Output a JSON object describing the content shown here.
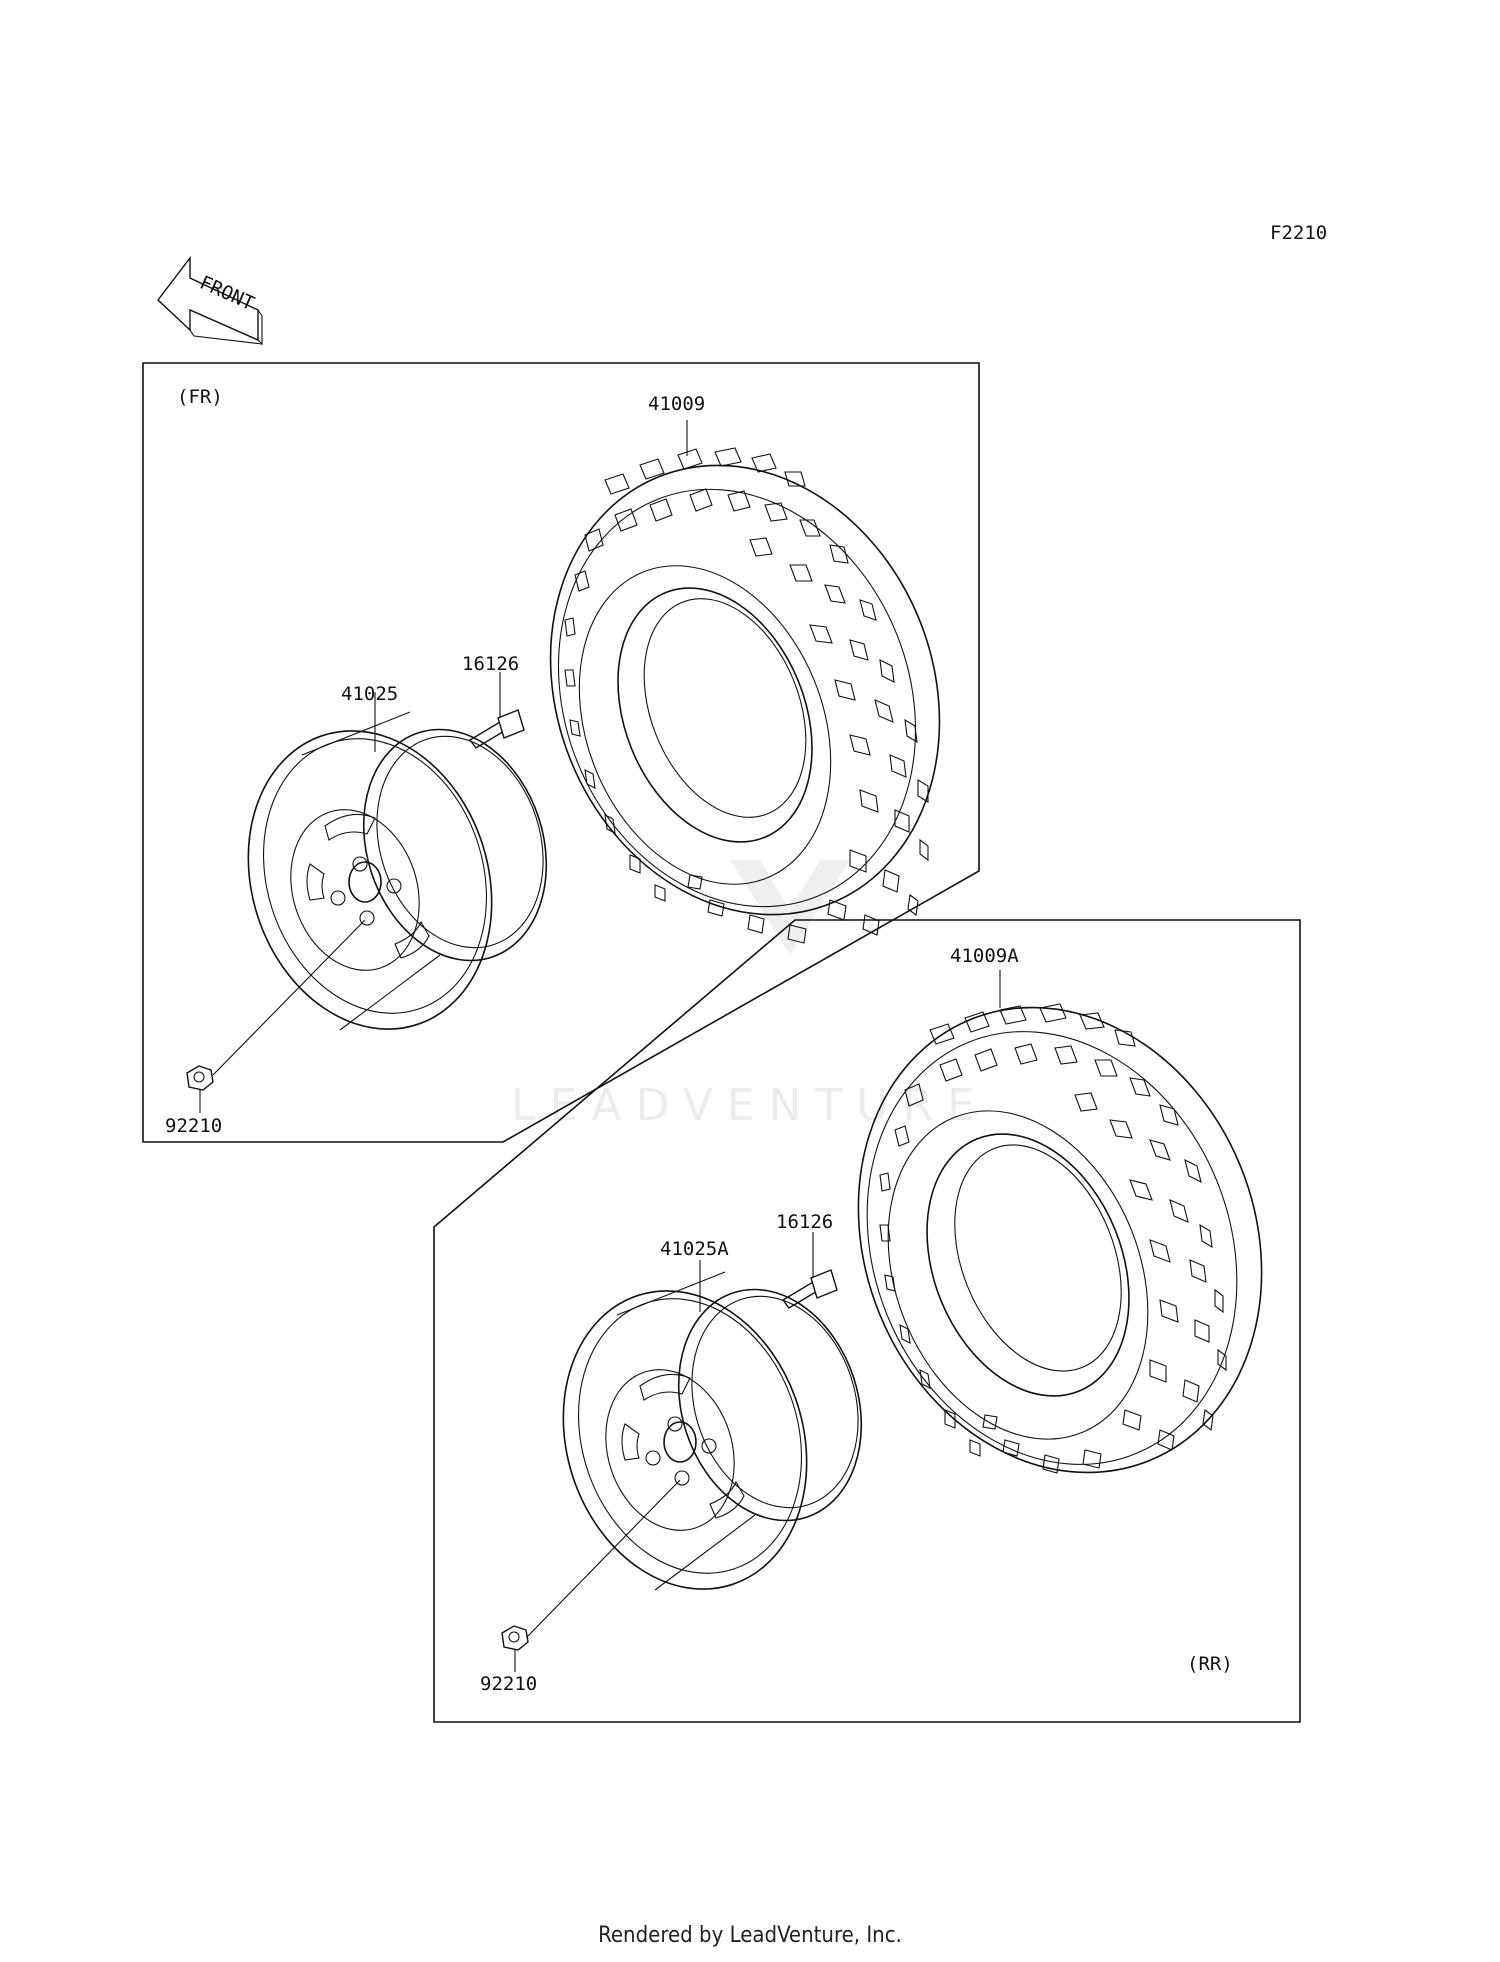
{
  "figure_code": "F2210",
  "front_arrow_text": "FRONT",
  "watermark_text": "LEADVENTURE",
  "footer_text": "Rendered by LeadVenture, Inc.",
  "front_group": {
    "label": "(FR)",
    "tire_part": "41009",
    "wheel_part": "41025",
    "valve_part": "16126",
    "nut_part": "92210"
  },
  "rear_group": {
    "label": "(RR)",
    "tire_part": "41009A",
    "wheel_part": "41025A",
    "valve_part": "16126",
    "nut_part": "92210"
  }
}
